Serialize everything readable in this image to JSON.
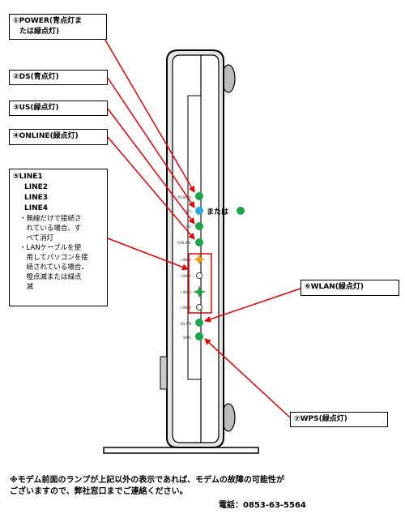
{
  "callouts": {
    "power": {
      "line1": "①POWER(青点灯ま",
      "line2": "たは緑点灯)"
    },
    "ds": {
      "label": "②DS(青点灯)"
    },
    "us": {
      "label": "③US(緑点灯)"
    },
    "online": {
      "label": "④ONLINE(緑点灯)"
    },
    "line": {
      "title": "⑤LINE1",
      "items": [
        "LINE2",
        "LINE3",
        "LINE4"
      ],
      "notes": [
        "・無線だけで接続さ",
        "　れている場合、す",
        "　べて消灯",
        "・LANケーブルを使",
        "　用してパソコンを接",
        "　続されている場合、",
        "　橙点滅または緑点",
        "　滅"
      ]
    },
    "wlan": {
      "label": "⑥WLAN(緑点灯)"
    },
    "wps": {
      "label": "⑦WPS(緑点灯)"
    }
  },
  "device": {
    "labels": [
      "POWER",
      "DS",
      "US",
      "ONLINE",
      "LINE1",
      "LINE2",
      "LINE3",
      "LINE4",
      "WLAN",
      "WPS"
    ],
    "or_text": "または"
  },
  "colors": {
    "green_led": "#1aa64a",
    "blue_led": "#29a8e0",
    "orange_led": "#f39c12",
    "arrow": "#e60000",
    "highlight": "#e60000"
  },
  "footer": {
    "note_line1": "※モデム前面のランプが上記以外の表示であれば、モデムの故障の可能性が",
    "note_line2": "ございますので、弊社窓口までご連絡ください。",
    "phone": "電話：0853-63-5564"
  }
}
